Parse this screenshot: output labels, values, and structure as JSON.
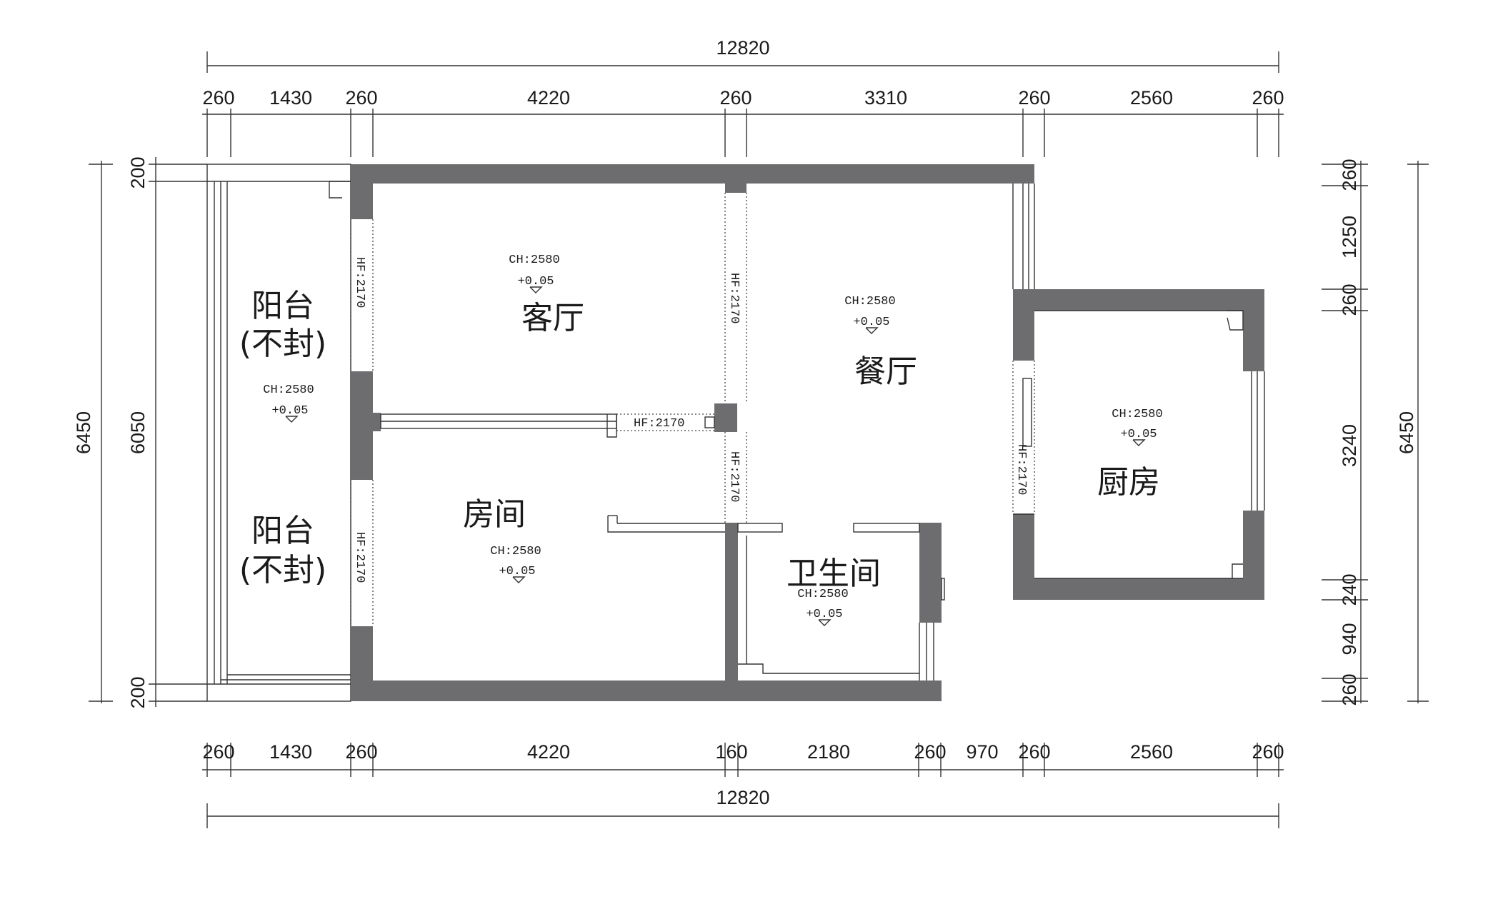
{
  "dimensions": {
    "top_total": "12820",
    "top_segments": [
      "260",
      "1430",
      "260",
      "4220",
      "260",
      "3310",
      "260",
      "2560",
      "260"
    ],
    "bottom_total": "12820",
    "bottom_segments": [
      "260",
      "1430",
      "260",
      "4220",
      "160",
      "2180",
      "260",
      "970",
      "260",
      "2560",
      "260"
    ],
    "left_total": "6450",
    "left_inner": "6050",
    "left_top": "200",
    "left_bottom": "200",
    "right_total": "6450",
    "right_segments": [
      "260",
      "1250",
      "260",
      "3240",
      "240",
      "940",
      "260"
    ]
  },
  "rooms": {
    "balcony_top_name": "阳台",
    "balcony_top_note": "(不封)",
    "balcony_bottom_name": "阳台",
    "balcony_bottom_note": "(不封)",
    "living": "客厅",
    "dining": "餐厅",
    "bedroom": "房间",
    "bathroom": "卫生间",
    "kitchen": "厨房"
  },
  "levels": {
    "ceiling": "CH:2580",
    "floor": "+0.05"
  },
  "door_heights": {
    "label": "HF:2170"
  }
}
